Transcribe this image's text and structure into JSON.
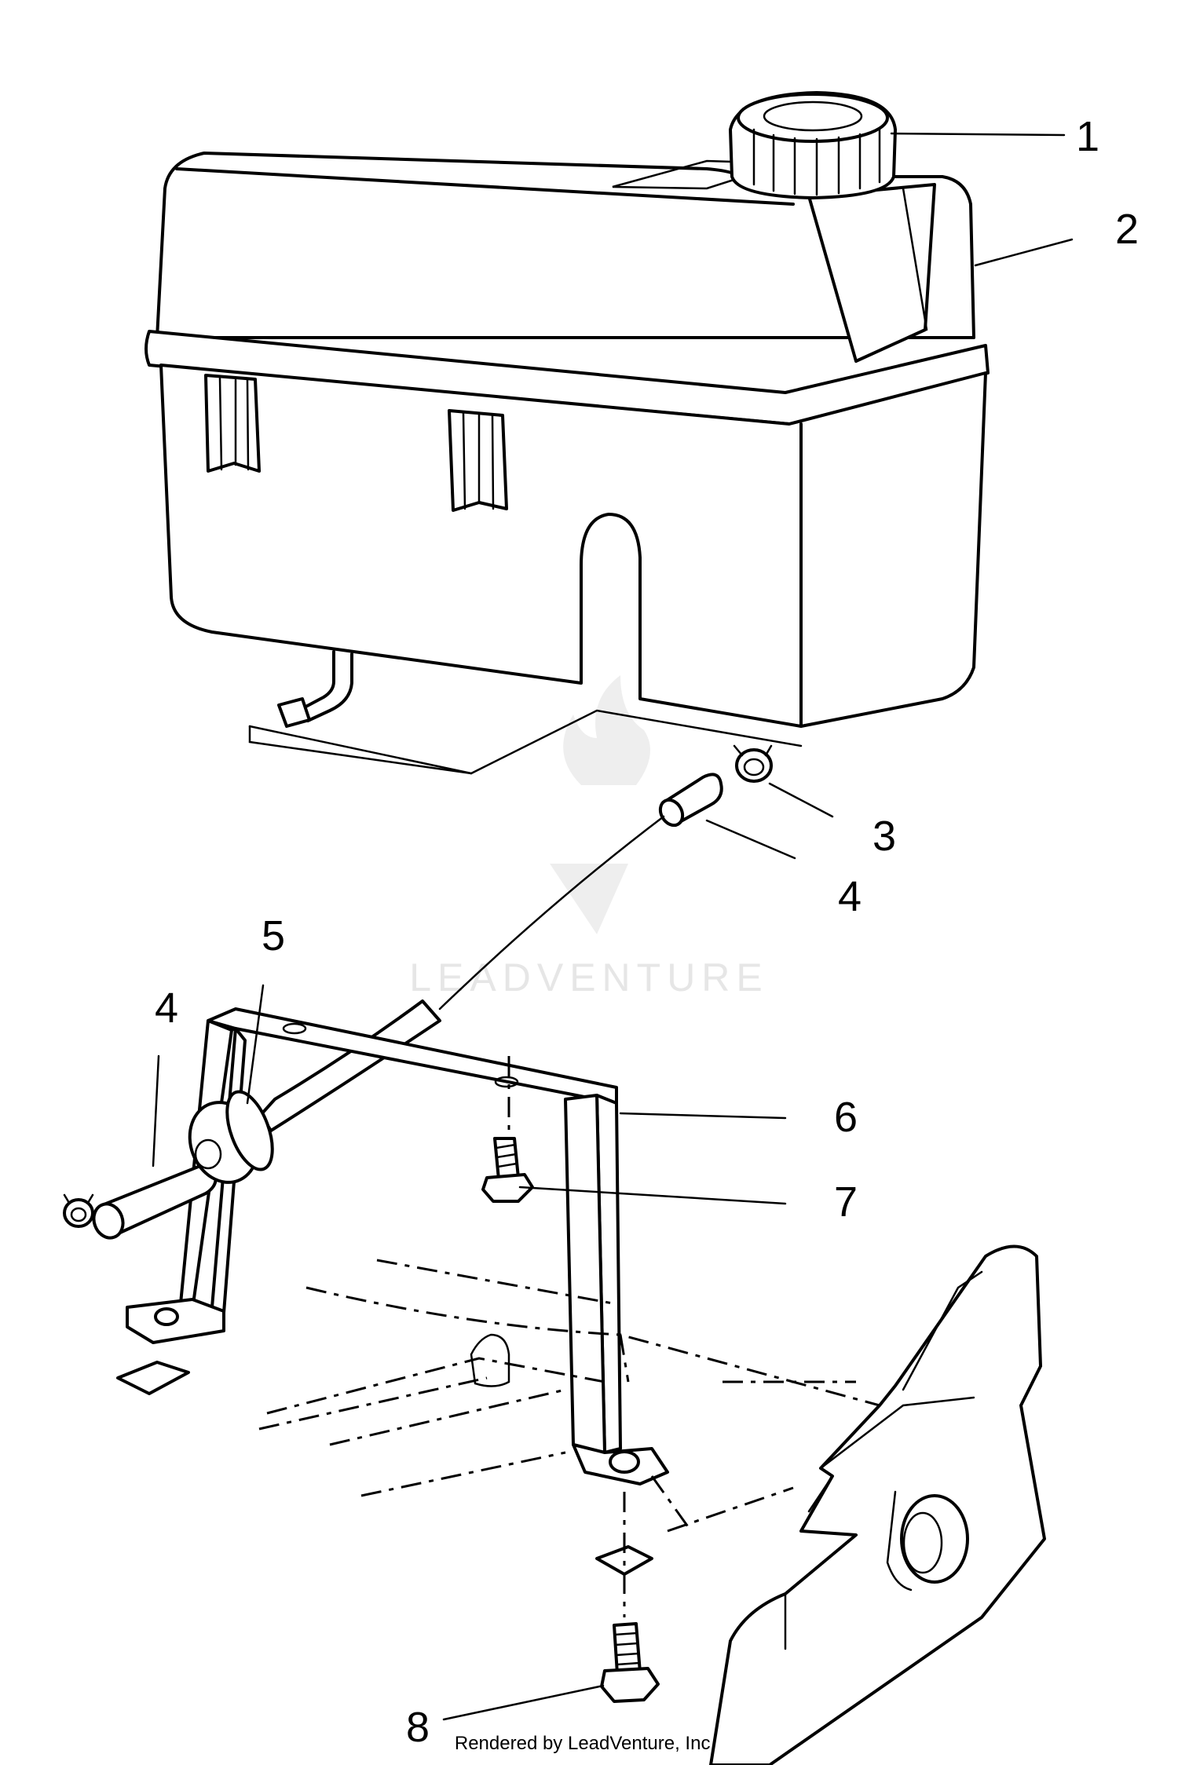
{
  "callouts": [
    {
      "id": "1",
      "part": "fuel-cap"
    },
    {
      "id": "2",
      "part": "fuel-tank"
    },
    {
      "id": "3",
      "part": "hose-clamp"
    },
    {
      "id": "4",
      "part": "fuel-line"
    },
    {
      "id": "4",
      "part": "fuel-line"
    },
    {
      "id": "5",
      "part": "fuel-filter"
    },
    {
      "id": "6",
      "part": "tank-bracket"
    },
    {
      "id": "7",
      "part": "bolt"
    },
    {
      "id": "8",
      "part": "bolt"
    }
  ],
  "watermark": "LEADVENTURE",
  "credit": "Rendered by LeadVenture, Inc.",
  "colors": {
    "line": "#000000",
    "background": "#ffffff",
    "watermark": "#e6e6e6"
  }
}
